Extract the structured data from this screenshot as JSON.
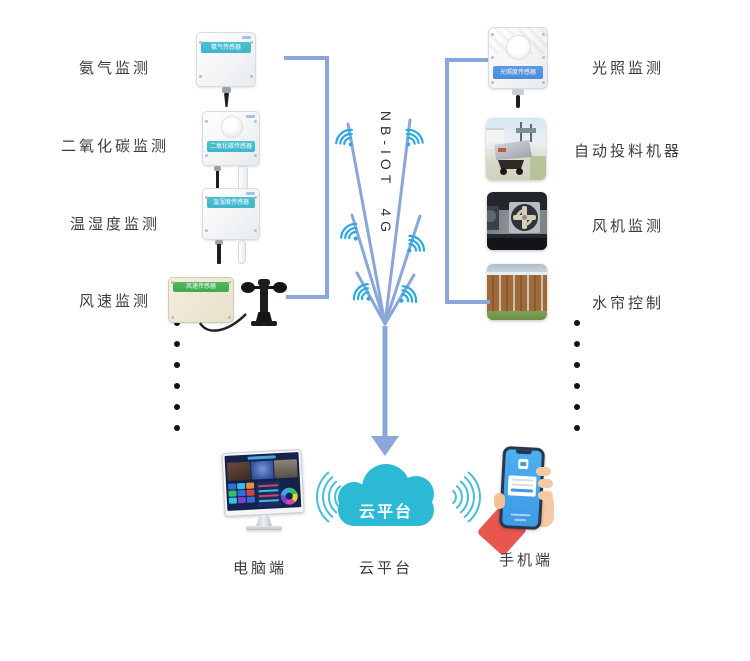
{
  "left_panel": {
    "items": [
      {
        "label": "氨气监测",
        "device_label": "氨气传感器"
      },
      {
        "label": "二氧化碳监测",
        "device_label": "二氧化碳传感器"
      },
      {
        "label": "温湿度监测",
        "device_label": "温湿度传感器"
      },
      {
        "label": "风速监测",
        "device_label": "风速传感器"
      }
    ]
  },
  "right_panel": {
    "items": [
      {
        "label": "光照监测",
        "device_label": "光照度传感器"
      },
      {
        "label": "自动投料机器"
      },
      {
        "label": "风机监测"
      },
      {
        "label": "水帘控制"
      }
    ]
  },
  "network": {
    "label_primary": "NB-IOT",
    "label_secondary": "4G"
  },
  "cloud": {
    "text": "云平台"
  },
  "endpoints": {
    "computer_label": "电脑端",
    "cloud_label": "云平台",
    "phone_label": "手机端"
  },
  "icons": {
    "wifi": "wifi-icon",
    "down_arrow": "down-arrow-icon",
    "cloud": "cloud-icon",
    "signal_waves": "signal-waves-icon"
  },
  "colors": {
    "connector": "#8ca6d9",
    "wifi": "#2aa9e0",
    "signal": "#49bcd9",
    "cloud": "#2bb9d6",
    "band_teal": "#3eb5c9",
    "band_green": "#3fa84c",
    "band_blue": "#4a8bd8",
    "sleeve_red": "#e8564e",
    "dot": "#111111",
    "label_text": "#3c3c3c"
  }
}
